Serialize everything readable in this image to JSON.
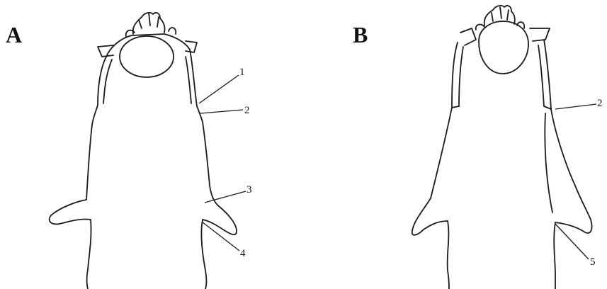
{
  "panels": [
    {
      "letter": "A",
      "callouts": [
        {
          "label": "1"
        },
        {
          "label": "2"
        },
        {
          "label": "3"
        },
        {
          "label": "4"
        }
      ]
    },
    {
      "letter": "B",
      "callouts": [
        {
          "label": "2"
        },
        {
          "label": "5"
        }
      ]
    }
  ]
}
